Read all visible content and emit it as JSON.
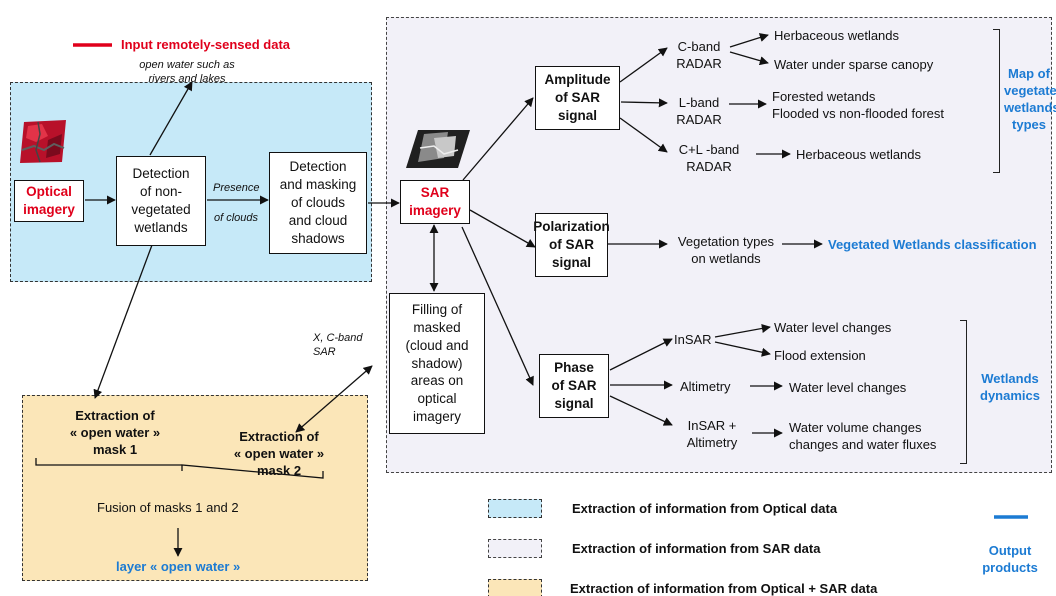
{
  "legend_top": {
    "input_label": "Input remotely-sensed data",
    "line_color": "#e0001b"
  },
  "optical": {
    "note_open_water": "open water such as\nrivers and lakes",
    "optical_imagery": "Optical\nimagery",
    "detect_nonveg": "Detection\nof non-\nvegetated\nwetlands",
    "presence": "Presence",
    "of_clouds": "of clouds",
    "detect_clouds": "Detection\nand masking\nof clouds\nand cloud\nshadows"
  },
  "sar": {
    "sar_imagery": "SAR\nimagery",
    "amplitude": "Amplitude\nof SAR\nsignal",
    "polarization": "Polarization\nof SAR\nsignal",
    "phase": "Phase\nof SAR\nsignal",
    "filling": "Filling of\nmasked\n(cloud and\nshadow)\nareas on\noptical\nimagery",
    "xc_band": "X, C-band\nSAR",
    "cband": "C-band\nRADAR",
    "lband": "L-band\nRADAR",
    "clband": "C+L -band\nRADAR",
    "herb1": "Herbaceous wetlands",
    "water_canopy": "Water under sparse canopy",
    "forested": "Forested wetands\nFlooded vs non-flooded forest",
    "herb2": "Herbaceous wetlands",
    "veg_types": "Vegetation types\non wetlands",
    "veg_class": "Vegetated Wetlands classification",
    "insar": "InSAR",
    "altimetry": "Altimetry",
    "insar_alt": "InSAR +\nAltimetry",
    "wl_changes1": "Water level changes",
    "flood_ext": "Flood extension",
    "wl_changes2": "Water level changes",
    "wv_changes": "Water volume changes\nchanges and water fluxes",
    "map_types": "Map of\nvegetated\nwetlands\ntypes",
    "dynamics": "Wetlands\ndynamics"
  },
  "fusion": {
    "mask1": "Extraction of\n« open water »\nmask 1",
    "mask2": "Extraction of\n« open water »\nmask 2",
    "fusion_label": "Fusion of masks 1 and 2",
    "layer": "layer « open water »"
  },
  "legend": {
    "optical": "Extraction of information from Optical data",
    "sar": "Extraction of information from SAR data",
    "both": "Extraction of information from Optical + SAR data",
    "output": "Output\nproducts"
  },
  "colors": {
    "optical_fill": "#c6e9f8",
    "sar_fill": "#f2f1f8",
    "fusion_fill": "#fbe6b8",
    "output_blue": "#1c7bd3",
    "input_red": "#e0001b"
  }
}
